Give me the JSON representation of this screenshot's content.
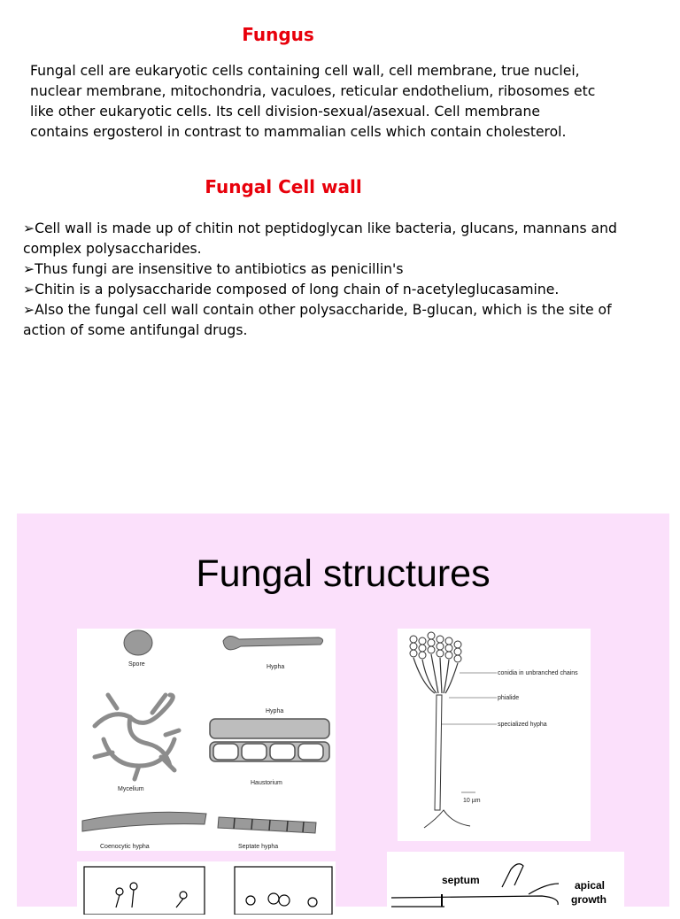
{
  "heading1": "Fungus",
  "paragraph": "Fungal cell are eukaryotic cells containing cell wall, cell membrane, true nuclei, nuclear membrane, mitochondria, vaculoes, reticular endothelium, ribosomes etc like other eukaryotic cells. Its cell division-sexual/asexual. Cell membrane contains ergosterol in contrast to mammalian cells which contain cholesterol.",
  "heading2": "Fungal Cell wall",
  "bullets": [
    "➢Cell wall is made up of chitin not peptidoglycan like bacteria, glucans, mannans and complex polysaccharides.",
    "➢Thus fungi are insensitive to antibiotics as penicillin's",
    "➢Chitin is a polysaccharide composed of long chain of n-acetyleglucasamine.",
    "➢Also the fungal cell wall contain other polysaccharide, B-glucan, which is the site of action of some antifungal drugs."
  ],
  "slide": {
    "title": "Fungal structures",
    "panel1_labels": {
      "spore": "Spore",
      "hypha_top": "Hypha",
      "mycelium": "Mycelium",
      "hypha_mid": "Hypha",
      "haustorium": "Haustorium",
      "coenocytic": "Coenocytic hypha",
      "septate": "Septate hypha"
    },
    "panel2_labels": {
      "conidia": "conidia in unbranched chains",
      "phialide": "phialide",
      "specialized": "specialized hypha",
      "scale": "10 µm"
    },
    "panel4_labels": {
      "septum": "septum",
      "apical1": "apical",
      "apical2": "growth"
    }
  }
}
